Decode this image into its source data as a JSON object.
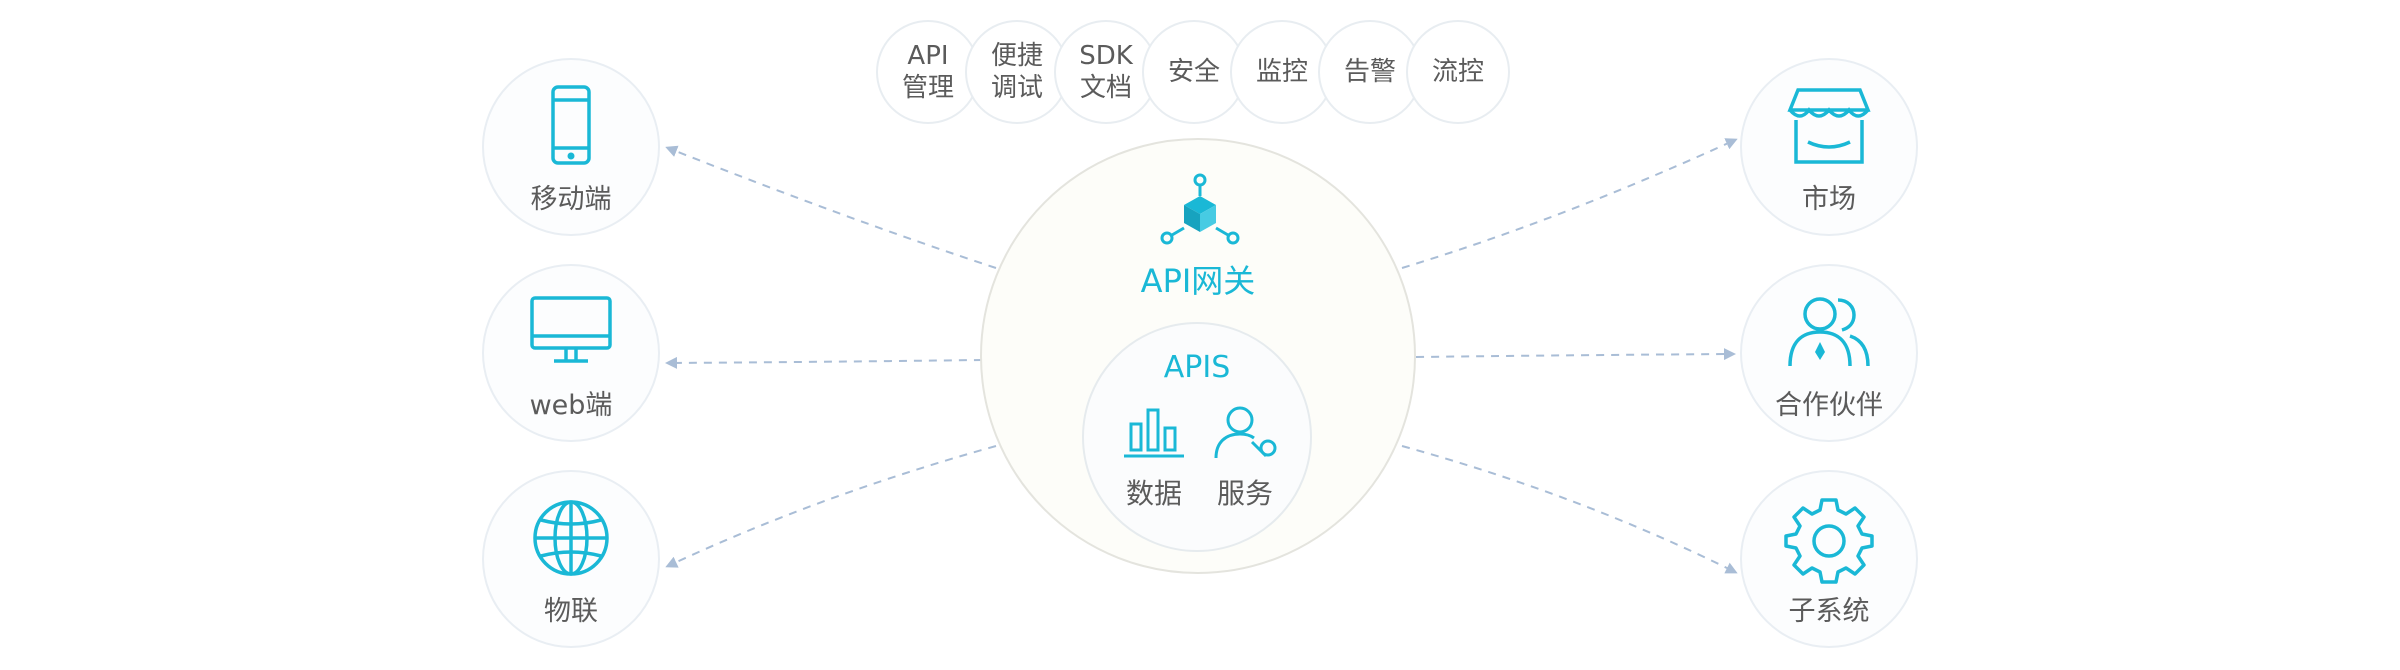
{
  "capabilities": [
    {
      "lines": [
        "API",
        "管理"
      ]
    },
    {
      "lines": [
        "便捷",
        "调试"
      ]
    },
    {
      "lines": [
        "SDK",
        "文档"
      ]
    },
    {
      "lines": [
        "安全"
      ]
    },
    {
      "lines": [
        "监控"
      ]
    },
    {
      "lines": [
        "告警"
      ]
    },
    {
      "lines": [
        "流控"
      ]
    }
  ],
  "gateway": {
    "title": "API网关",
    "icon": "gateway-cube-icon",
    "inner": {
      "title": "APIS",
      "data_label": "数据",
      "data_icon": "bar-chart-icon",
      "service_label": "服务",
      "service_icon": "user-wrench-icon"
    }
  },
  "left_clients": [
    {
      "label": "移动端",
      "icon": "mobile-phone-icon"
    },
    {
      "label": "web端",
      "icon": "monitor-icon"
    },
    {
      "label": "物联",
      "icon": "globe-icon"
    }
  ],
  "right_clients": [
    {
      "label": "市场",
      "icon": "storefront-icon"
    },
    {
      "label": "合作伙伴",
      "icon": "partners-icon"
    },
    {
      "label": "子系统",
      "icon": "gear-icon"
    }
  ],
  "colors": {
    "accent": "#1ab8d6",
    "arrow": "#a9bdd6",
    "text": "#5b5b5b",
    "circle_border": "#e9eef3"
  }
}
